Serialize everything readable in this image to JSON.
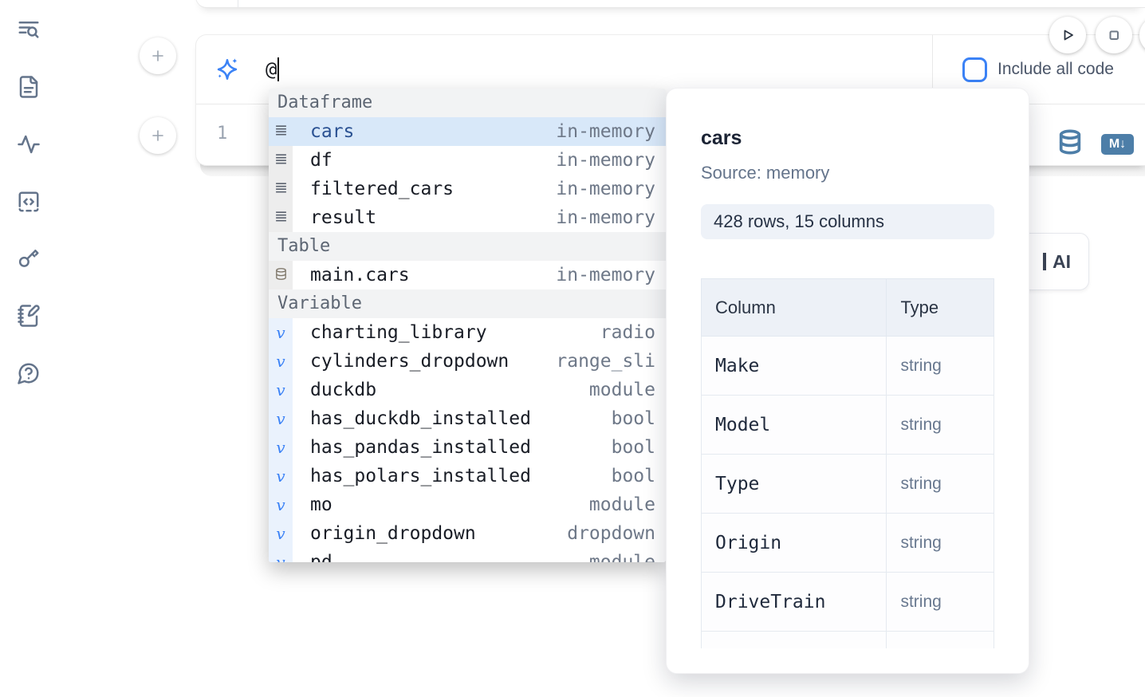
{
  "sidebar": {
    "icons": [
      "list-search-icon",
      "file-text-icon",
      "activity-icon",
      "code-square-icon",
      "key-icon",
      "notebook-pen-icon",
      "help-circle-icon"
    ]
  },
  "prompt": {
    "value": "@",
    "include_label": "Include all code",
    "checkbox_checked": false
  },
  "editor": {
    "line_number": "1"
  },
  "cell_icons": {
    "markdown_badge": "M↓",
    "database": "database-icon"
  },
  "run_controls": {
    "run": "play-icon",
    "stop": "square-icon"
  },
  "ai_card": {
    "label": "AI"
  },
  "autocomplete": {
    "sections": [
      {
        "label": "Dataframe",
        "items": [
          {
            "name": "cars",
            "type": "in-memory",
            "icon": "dataframe",
            "selected": true
          },
          {
            "name": "df",
            "type": "in-memory",
            "icon": "dataframe",
            "selected": false
          },
          {
            "name": "filtered_cars",
            "type": "in-memory",
            "icon": "dataframe",
            "selected": false
          },
          {
            "name": "result",
            "type": "in-memory",
            "icon": "dataframe",
            "selected": false
          }
        ]
      },
      {
        "label": "Table",
        "items": [
          {
            "name": "main.cars",
            "type": "in-memory",
            "icon": "table",
            "selected": false
          }
        ]
      },
      {
        "label": "Variable",
        "items": [
          {
            "name": "charting_library",
            "type": "radio",
            "icon": "variable",
            "selected": false
          },
          {
            "name": "cylinders_dropdown",
            "type": "range_sli",
            "icon": "variable",
            "selected": false
          },
          {
            "name": "duckdb",
            "type": "module",
            "icon": "variable",
            "selected": false
          },
          {
            "name": "has_duckdb_installed",
            "type": "bool",
            "icon": "variable",
            "selected": false
          },
          {
            "name": "has_pandas_installed",
            "type": "bool",
            "icon": "variable",
            "selected": false
          },
          {
            "name": "has_polars_installed",
            "type": "bool",
            "icon": "variable",
            "selected": false
          },
          {
            "name": "mo",
            "type": "module",
            "icon": "variable",
            "selected": false
          },
          {
            "name": "origin_dropdown",
            "type": "dropdown",
            "icon": "variable",
            "selected": false
          }
        ]
      }
    ],
    "clipped_item": {
      "name": "pd",
      "type": "module",
      "icon": "variable"
    }
  },
  "preview": {
    "title": "cars",
    "source": "Source: memory",
    "shape": "428 rows, 15 columns",
    "table": {
      "headers": [
        "Column",
        "Type"
      ],
      "rows": [
        [
          "Make",
          "string"
        ],
        [
          "Model",
          "string"
        ],
        [
          "Type",
          "string"
        ],
        [
          "Origin",
          "string"
        ],
        [
          "DriveTrain",
          "string"
        ]
      ]
    }
  },
  "colors": {
    "accent_blue": "#3b82f6",
    "steel_blue": "#4d7ea8",
    "selected_row_bg": "#d8e8f9",
    "selected_row_text": "#2a5192",
    "section_header_bg": "#f2f3f4",
    "icon_col_bg": "#ededed",
    "icon_col_bg_variable": "#eaf2fd",
    "sidebar_icon": "#64748b",
    "pill_bg": "#eef2f8",
    "table_header_bg": "#edf1f7"
  }
}
